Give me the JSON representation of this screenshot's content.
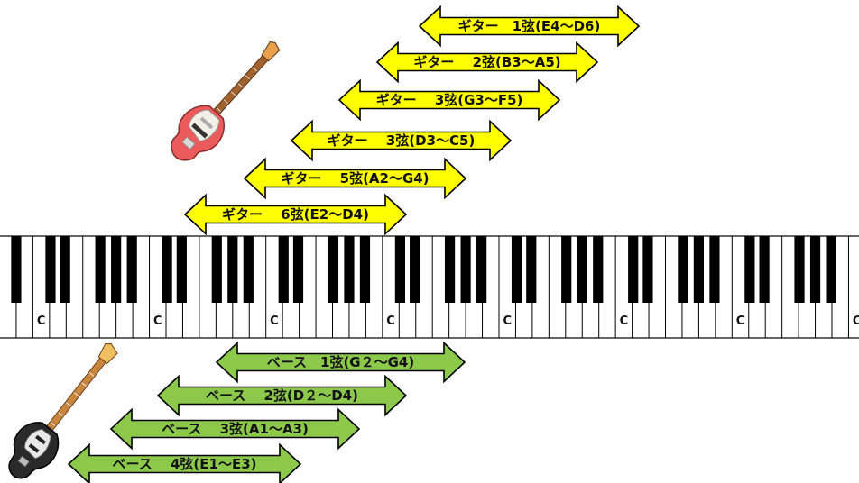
{
  "colors": {
    "guitar_fill": "#ffff00",
    "bass_fill": "#8cc94a",
    "outline": "#000000",
    "black_key": "#000000",
    "white_key": "#ffffff"
  },
  "guitar_strings": [
    {
      "label": "ギター　1弦(E4～D6)"
    },
    {
      "label": "ギター　 2弦(B3～A5)"
    },
    {
      "label": "ギター　 3弦(G3～F5)"
    },
    {
      "label": "ギター　 3弦(D3～C5)"
    },
    {
      "label": "ギター　 5弦(A2～G4)"
    },
    {
      "label": "ギター　 6弦(E2～D4)"
    }
  ],
  "bass_strings": [
    {
      "label": "ベース　1弦(G２～G4)"
    },
    {
      "label": "ベース　 2弦(D２～D4)"
    },
    {
      "label": "ベース　 3弦(A1～A3)"
    },
    {
      "label": "ベース　 4弦(E1～E3)"
    }
  ],
  "keyboard": {
    "c_label": "C",
    "c_count": 8
  },
  "icons": {
    "guitar": "electric-guitar-icon",
    "bass": "bass-guitar-icon"
  }
}
